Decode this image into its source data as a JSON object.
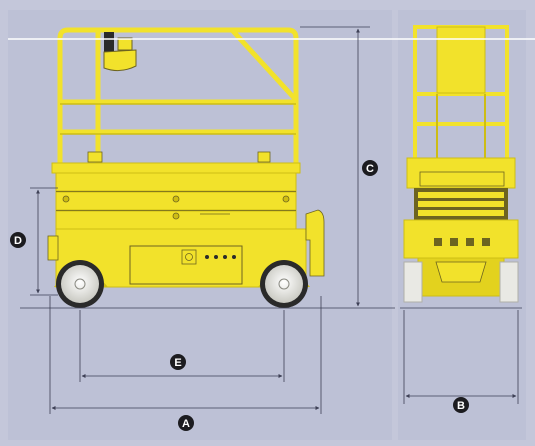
{
  "colors": {
    "background": "#c4c7da",
    "machine_yellow": "#f2e22b",
    "machine_shadow": "#cdbd14",
    "machine_dark": "#6d6420",
    "tire": "#2a2a2a",
    "wheel_rim": "#e9e9e4",
    "dimension_line": "#3d3f55",
    "label_badge": "#1c1c20",
    "label_text": "#ffffff"
  },
  "dimension_labels": {
    "A": "A",
    "B": "B",
    "C": "C",
    "D": "D",
    "E": "E"
  }
}
